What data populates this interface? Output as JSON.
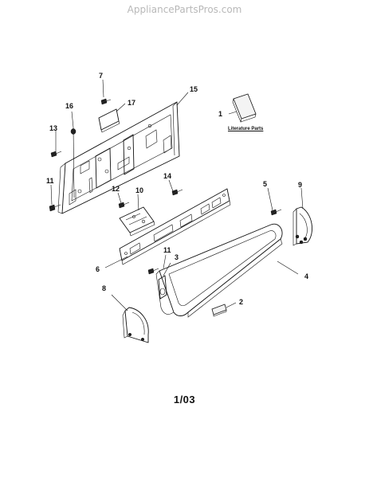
{
  "watermark": "AppliancePartsPros.com",
  "literature_label": "Literature Parts",
  "date_code": "1/03",
  "callouts": {
    "c1": "1",
    "c2": "2",
    "c3": "3",
    "c4": "4",
    "c5": "5",
    "c6": "6",
    "c7": "7",
    "c8": "8",
    "c9": "9",
    "c10": "10",
    "c11a": "11",
    "c11b": "11",
    "c12": "12",
    "c13": "13",
    "c14": "14",
    "c15": "15",
    "c16": "16",
    "c17": "17"
  }
}
